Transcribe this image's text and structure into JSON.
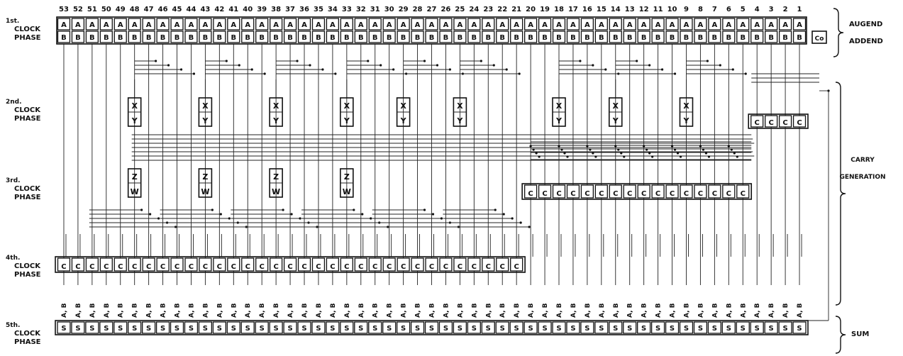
{
  "phase_labels": [
    [
      "1st.",
      "CLOCK",
      "PHASE"
    ],
    [
      "2nd.",
      "CLOCK",
      "PHASE"
    ],
    [
      "3rd.",
      "CLOCK",
      "PHASE"
    ],
    [
      "4th.",
      "CLOCK",
      "PHASE"
    ],
    [
      "5th.",
      "CLOCK",
      "PHASE"
    ]
  ],
  "bit_positions": [
    53,
    52,
    51,
    50,
    49,
    48,
    47,
    46,
    45,
    44,
    43,
    42,
    41,
    40,
    39,
    38,
    37,
    36,
    35,
    34,
    33,
    32,
    31,
    30,
    29,
    28,
    27,
    26,
    25,
    24,
    23,
    22,
    21,
    20,
    19,
    18,
    17,
    16,
    15,
    14,
    13,
    12,
    11,
    10,
    9,
    8,
    7,
    6,
    5,
    4,
    3,
    2,
    1
  ],
  "augend_cell": "A",
  "addend_cell": "B",
  "carry_in": "Co",
  "xy_cell_top": "X",
  "xy_cell_bottom": "Y",
  "xy_bits": [
    48,
    43,
    38,
    33,
    29,
    25,
    18,
    14,
    9
  ],
  "zw_cell_top": "Z",
  "zw_cell_bottom": "W",
  "zw_bits": [
    48,
    43,
    38,
    33
  ],
  "carry_cell": "C",
  "carry_phase2_bits": [
    4,
    3,
    2,
    1
  ],
  "carry_phase3_bits": [
    20,
    19,
    18,
    17,
    16,
    15,
    14,
    13,
    12,
    11,
    10,
    9,
    8,
    7,
    6,
    5
  ],
  "carry_phase4_bits": [
    53,
    52,
    51,
    50,
    49,
    48,
    47,
    46,
    45,
    44,
    43,
    42,
    41,
    40,
    39,
    38,
    37,
    36,
    35,
    34,
    33,
    32,
    31,
    30,
    29,
    28,
    27,
    26,
    25,
    24,
    23,
    22,
    21
  ],
  "sum_input_label": "A, B",
  "sum_cell": "S",
  "brace_labels": {
    "augend": "AUGEND",
    "addend": "ADDEND",
    "carry": [
      "CARRY",
      "GENERATION"
    ],
    "sum": "SUM"
  }
}
